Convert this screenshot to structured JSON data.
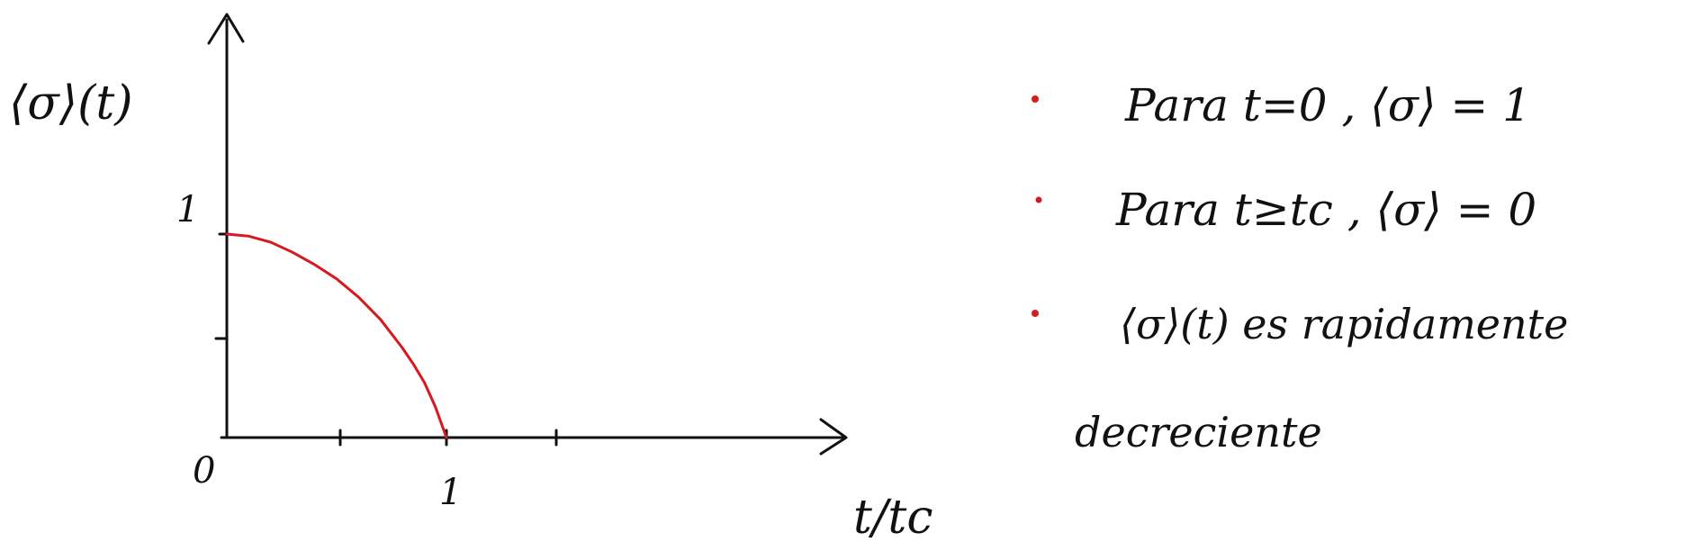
{
  "graph": {
    "y_label": "⟨σ⟩(t)",
    "x_label": "t/tc",
    "origin_label": "0",
    "y_tick_label": "1",
    "x_tick_label": "1"
  },
  "notes": [
    {
      "text": "Para t=0 , ⟨σ⟩ = 1"
    },
    {
      "text": "Para t≥tc , ⟨σ⟩ = 0"
    },
    {
      "text": "⟨σ⟩(t) es rapidamente"
    },
    {
      "text": "decreciente"
    }
  ],
  "colors": {
    "ink": "#111111",
    "accent": "#d71920"
  },
  "chart_data": {
    "type": "line",
    "x_range": [
      0,
      1
    ],
    "y_range": [
      0,
      1
    ],
    "series": [
      {
        "x": [
          0,
          0.1,
          0.2,
          0.3,
          0.4,
          0.5,
          0.6,
          0.7,
          0.8,
          0.85,
          0.9,
          0.95,
          1.0
        ],
        "values": [
          1.0,
          0.99,
          0.96,
          0.91,
          0.85,
          0.78,
          0.69,
          0.58,
          0.44,
          0.36,
          0.27,
          0.15,
          0.0
        ]
      }
    ]
  }
}
